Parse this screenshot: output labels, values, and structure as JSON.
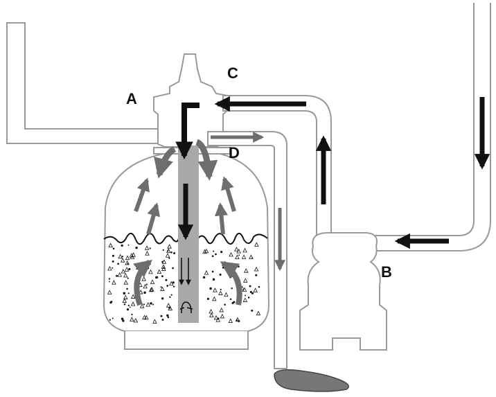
{
  "labels": {
    "a": "A",
    "b": "B",
    "c": "C",
    "d": "D"
  },
  "colors": {
    "outline": "#999999",
    "dark_arrow": "#111111",
    "grey_arrow": "#6e6e6e",
    "pipe_fill": "#a9a9a9",
    "waste": "#777777"
  }
}
